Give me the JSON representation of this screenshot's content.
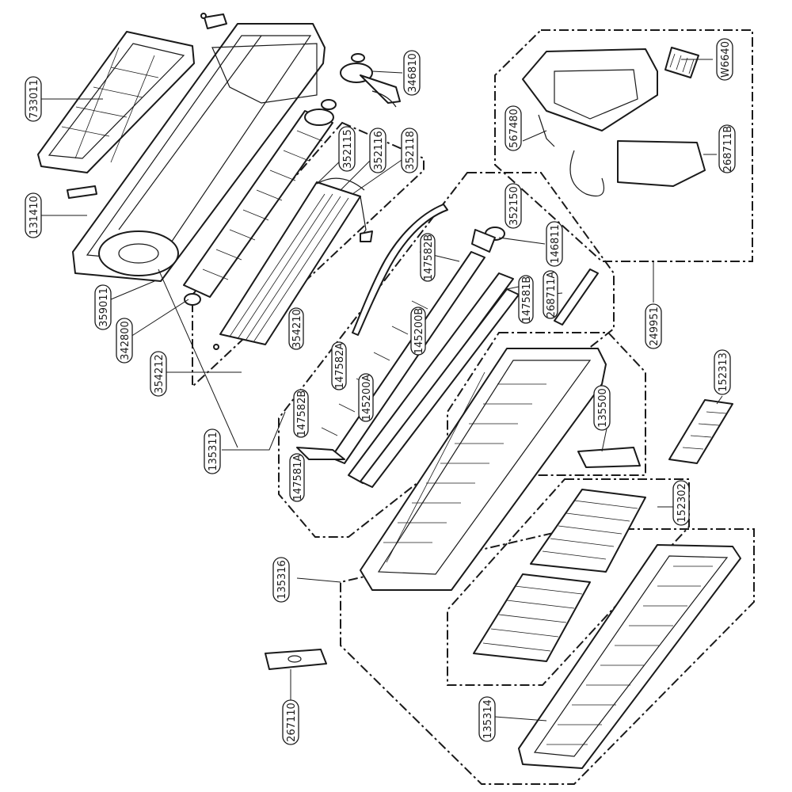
{
  "diagram": {
    "part_numbers": {
      "p733011": "733011",
      "p131410": "131410",
      "p359011": "359011",
      "p342800": "342800",
      "p354212": "354212",
      "p135311": "135311",
      "p346810": "346810",
      "p352115": "352115",
      "p352116": "352116",
      "p352118": "352118",
      "p354210": "354210",
      "p352150": "352150",
      "p147582B_top": "147582B",
      "p146811": "146811",
      "p268711A": "268711A",
      "p147581B": "147581B",
      "p145200B": "145200B",
      "p147582A": "147582A",
      "p145200A": "145200A",
      "p147582B_low": "147582B",
      "p147581A": "147581A",
      "pW6640": "W6640",
      "p567480": "567480",
      "p268711B": "268711B",
      "p249951": "249951",
      "p152313": "152313",
      "p135500": "135500",
      "p152302": "152302",
      "p135316": "135316",
      "p135314": "135314",
      "p267110": "267110"
    }
  }
}
